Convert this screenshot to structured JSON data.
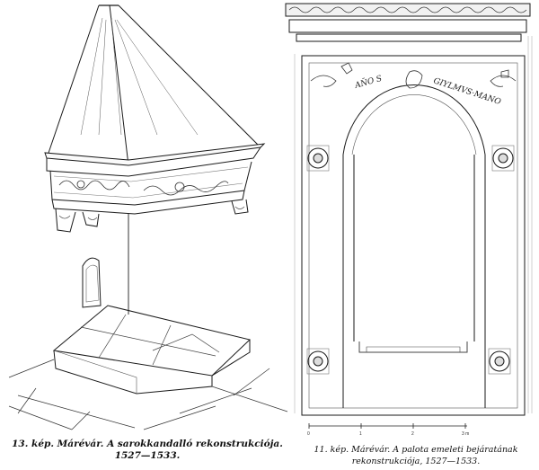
{
  "figure_left": {
    "caption_line1": "13. kép. Márévár. A sarokkandalló rekonstrukciója.",
    "caption_line2": "1527—1533."
  },
  "figure_right": {
    "caption_line1": "11. kép. Márévár. A palota emeleti bejáratának",
    "caption_line2": "rekonstrukciója, 1527—1533.",
    "inscription_left": "AN̄O S",
    "inscription_right": "GIYLMVS·MANO",
    "scale_labels": [
      "0",
      "1",
      "2",
      "3 m"
    ]
  }
}
